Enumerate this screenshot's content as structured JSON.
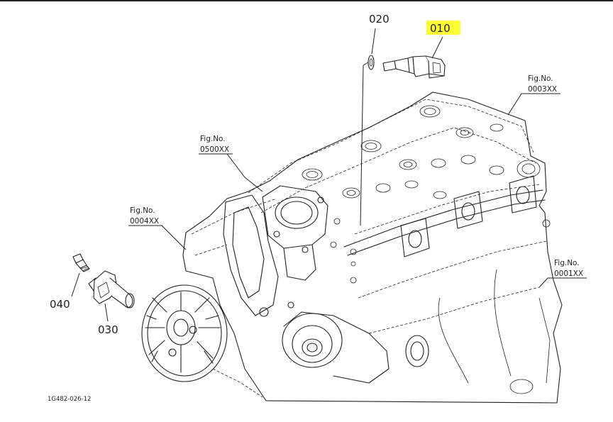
{
  "callouts": {
    "p010": "010",
    "p020": "020",
    "p030": "030",
    "p040": "040"
  },
  "fig_refs": {
    "ref_0003": {
      "prefix": "Fig.No.",
      "number": "0003XX"
    },
    "ref_0500": {
      "prefix": "Fig.No.",
      "number": "0500XX"
    },
    "ref_0004": {
      "prefix": "Fig.No.",
      "number": "0004XX"
    },
    "ref_0001": {
      "prefix": "Fig.No.",
      "number": "0001XX"
    }
  },
  "drawing_code": "1G482-026-12",
  "colors": {
    "highlight": "#ffff33",
    "ink": "#222222"
  }
}
